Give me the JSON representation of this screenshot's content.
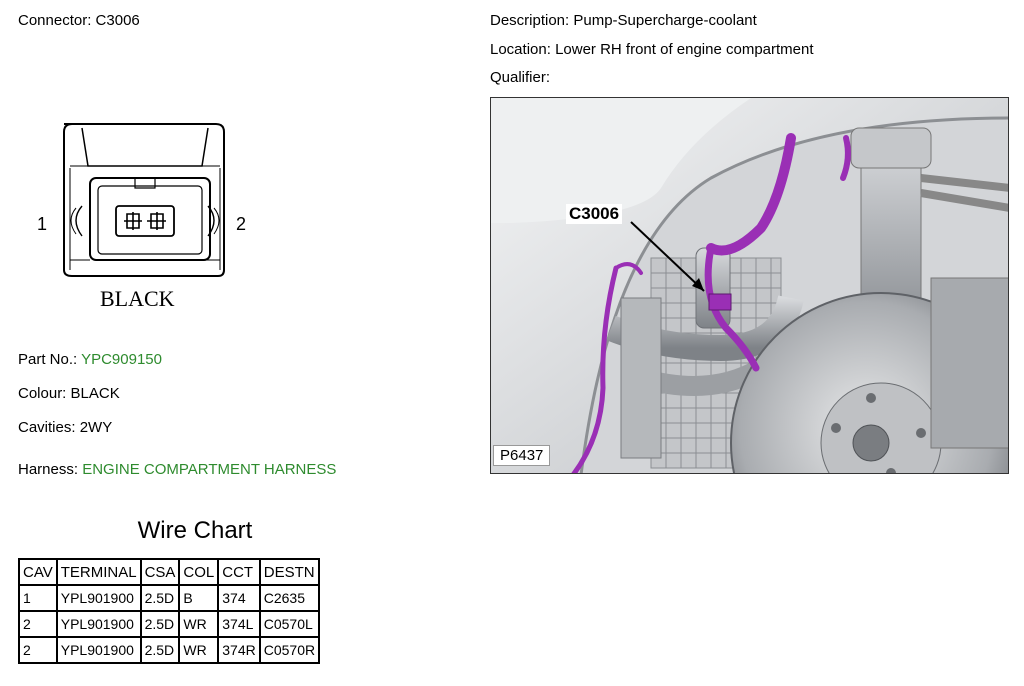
{
  "connector": {
    "label": "Connector:",
    "value": "C3006"
  },
  "description": {
    "label": "Description:",
    "value": "Pump-Supercharge-coolant"
  },
  "location": {
    "label": "Location:",
    "value": "Lower RH front of engine compartment"
  },
  "qualifier": {
    "label": "Qualifier:",
    "value": ""
  },
  "diagram": {
    "pin_left": "1",
    "pin_right": "2",
    "housing_color": "BLACK"
  },
  "photo": {
    "callout": "C3006",
    "figure_id": "P6437",
    "harness_color": "#9a2fb5"
  },
  "part_no": {
    "label": "Part No.:",
    "value": "YPC909150"
  },
  "colour": {
    "label": "Colour:",
    "value": "BLACK"
  },
  "cavities": {
    "label": "Cavities:",
    "value": "2WY"
  },
  "harness": {
    "label": "Harness:",
    "value": "ENGINE COMPARTMENT HARNESS"
  },
  "wire_chart": {
    "title": "Wire Chart",
    "headers": [
      "CAV",
      "TERMINAL",
      "CSA",
      "COL",
      "CCT",
      "DESTN"
    ],
    "rows": [
      [
        "1",
        "YPL901900",
        "2.5D",
        "B",
        "374",
        "C2635"
      ],
      [
        "2",
        "YPL901900",
        "2.5D",
        "WR",
        "374L",
        "C0570L"
      ],
      [
        "2",
        "YPL901900",
        "2.5D",
        "WR",
        "374R",
        "C0570R"
      ]
    ]
  },
  "colors": {
    "accent_green": "#2e8b2e",
    "wire_purple": "#9a2fb5"
  }
}
